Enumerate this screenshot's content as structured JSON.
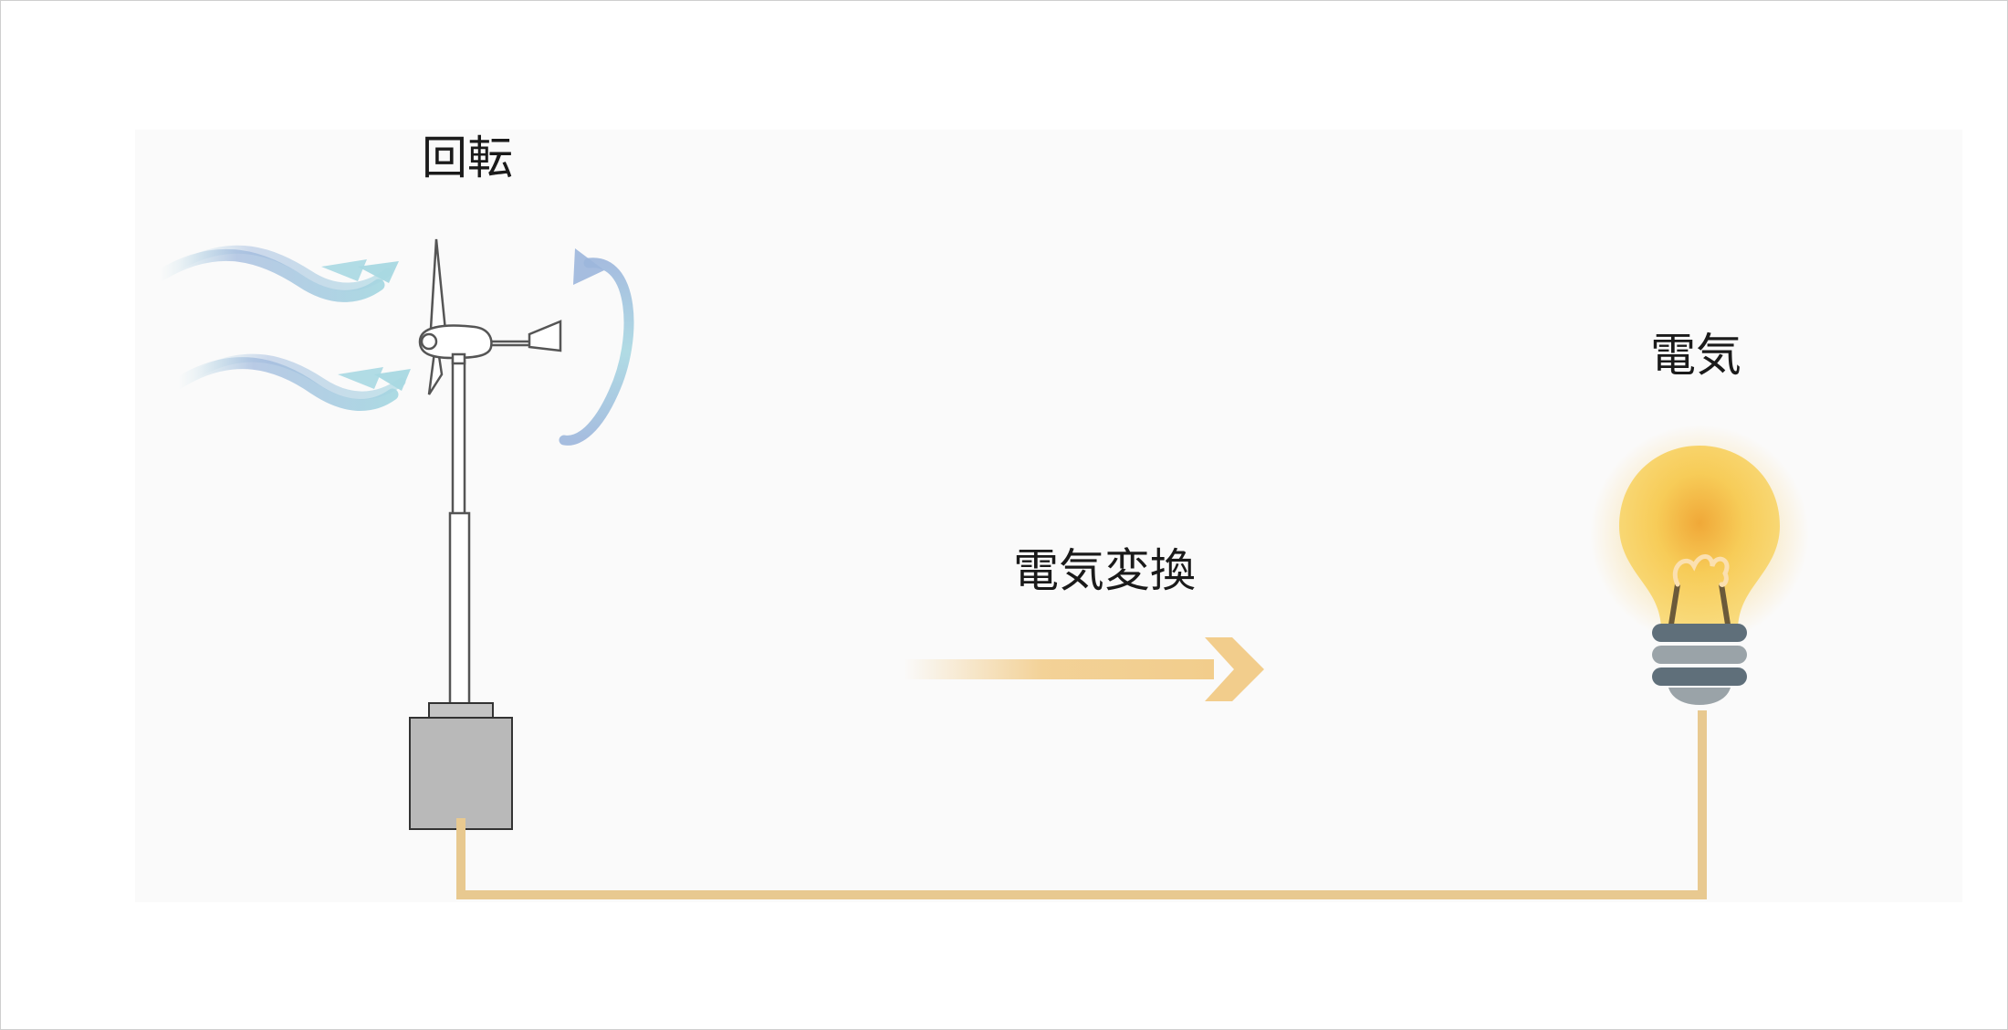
{
  "labels": {
    "rotation": "回転",
    "electricity": "電気",
    "conversion": "電気変換"
  },
  "colors": {
    "wind": "#a8d4e0",
    "wind_dark": "#9cb6dc",
    "wire": "#e8c990",
    "arrow": "#f2cd8c",
    "turbine_stroke": "#555555",
    "generator_box": "#b9b9b9",
    "bulb_glow": "#f5c24a",
    "bulb_base": "#5f6f7a"
  }
}
